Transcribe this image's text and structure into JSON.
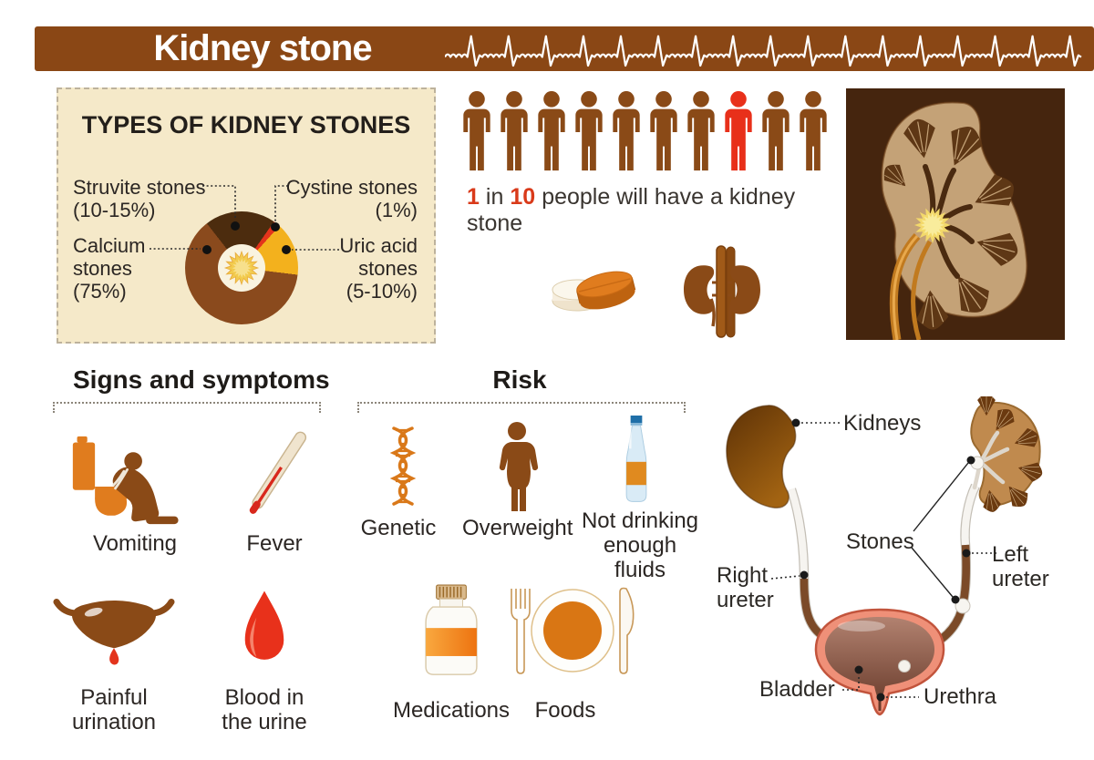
{
  "header": {
    "title": "Kidney stone"
  },
  "types_panel": {
    "title": "TYPES OF KIDNEY STONES",
    "struvite_1": "Struvite stones",
    "struvite_2": "(10-15%)",
    "cystine_1": "Cystine stones",
    "cystine_2": "(1%)",
    "calcium_1": "Calcium",
    "calcium_2": "stones",
    "calcium_3": "(75%)",
    "uric_1": "Uric acid",
    "uric_2": "stones",
    "uric_3": "(5-10%)"
  },
  "chart_data": {
    "type": "pie",
    "title": "TYPES OF KIDNEY STONES",
    "labels": [
      "Calcium stones",
      "Struvite stones",
      "Uric acid stones",
      "Cystine stones"
    ],
    "values_percent": [
      "75",
      "10-15",
      "5-10",
      "1"
    ],
    "values_numeric": [
      75,
      12.5,
      7.5,
      1
    ],
    "colors": [
      "#8A4A1D",
      "#4C2C0E",
      "#F3B11D",
      "#E3341C"
    ],
    "donut": true,
    "legend_position": "callout-labels"
  },
  "statistic": {
    "num1": "1",
    "word_in": "in",
    "num2": "10",
    "rest": "people will have a kidney stone",
    "people_total": 10,
    "people_highlighted": 1
  },
  "signs": {
    "title": "Signs and symptoms",
    "vomiting": "Vomiting",
    "fever": "Fever",
    "painful_1": "Painful",
    "painful_2": "urination",
    "blood_1": "Blood in",
    "blood_2": "the urine"
  },
  "risk": {
    "title": "Risk",
    "genetic": "Genetic",
    "overweight": "Overweight",
    "fluids_1": "Not drinking",
    "fluids_2": "enough fluids",
    "medications": "Medications",
    "foods": "Foods"
  },
  "anatomy": {
    "kidneys": "Kidneys",
    "stones": "Stones",
    "right_ureter_1": "Right",
    "right_ureter_2": "ureter",
    "left_ureter_1": "Left",
    "left_ureter_2": "ureter",
    "bladder": "Bladder",
    "urethra": "Urethra"
  },
  "colors": {
    "banner": "#8A4715",
    "panel_bg": "#F5E9C9",
    "brown_icon": "#8A4A17",
    "accent_red": "#E3341C",
    "accent_orange": "#E07C1E",
    "donut_calcium": "#8A4A1D",
    "donut_struvite": "#4C2C0E",
    "donut_uric": "#F3B11D",
    "kidney_panel_bg": "#45250E",
    "text": "#2B2623"
  },
  "icons": [
    "ekg-line-icon",
    "person-icon",
    "pill-tablets-icon",
    "kidneys-icon",
    "kidney-cross-section-icon",
    "toilet-vomiting-icon",
    "thermometer-icon",
    "bladder-icon",
    "blood-drop-icon",
    "dna-icon",
    "overweight-person-icon",
    "water-bottle-icon",
    "medication-bottle-icon",
    "meal-plate-icon",
    "starburst-stone-icon",
    "urinary-system-icon"
  ]
}
